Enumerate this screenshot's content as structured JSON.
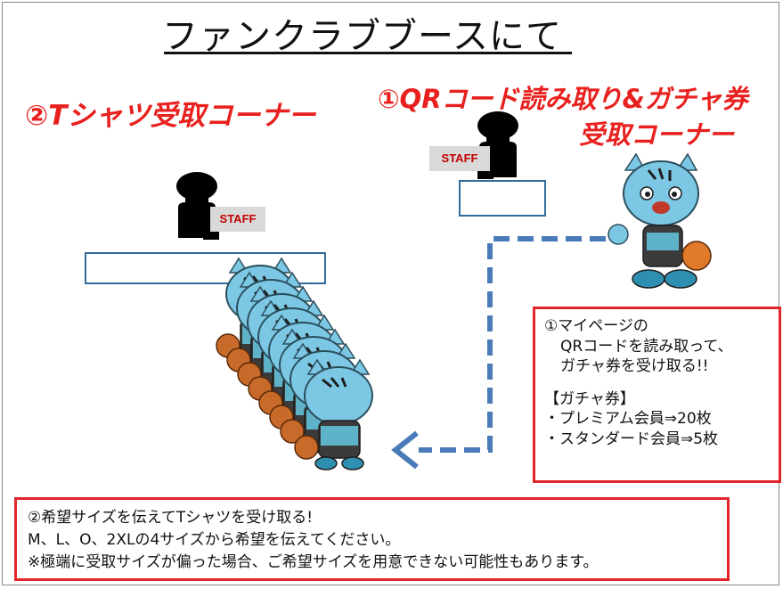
{
  "title": "ファンクラブブースにて",
  "corner2": {
    "heading": "②Tシャツ受取コーナー",
    "staff_label": "STAFF"
  },
  "corner1": {
    "heading_line1": "①QRコード読み取り&ガチャ券",
    "heading_line2": "受取コーナー",
    "staff_label": "STAFF"
  },
  "note_right": {
    "line1": "①マイページの",
    "line2": "QRコードを読み取って、",
    "line3": "ガチャ券を受け取る!!",
    "line4": "【ガチャ券】",
    "line5": "・プレミアム会員⇒20枚",
    "line6": "・スタンダード会員⇒5枚"
  },
  "note_bottom": {
    "line1": "②希望サイズを伝えてTシャツを受け取る!",
    "line2": "M、L、O、2XLの4サイズから希望を伝えてください。",
    "line3": "※極端に受取サイズが偏った場合、ご希望サイズを用意できない可能性もあります。"
  },
  "colors": {
    "accent_red": "#e8201e",
    "desk_border": "#2e6b9e",
    "arrow_blue": "#4a7ab8",
    "mascot_body": "#7cc8e4"
  },
  "icons": [
    "staff-person-icon",
    "mascot-icon",
    "dashed-arrow-icon"
  ]
}
